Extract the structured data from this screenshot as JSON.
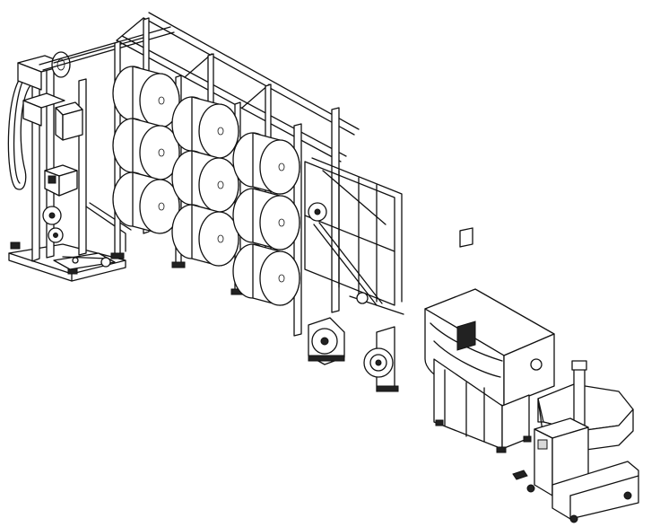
{
  "figure": {
    "background": "#ffffff",
    "line_color": "#111111",
    "components": [
      "unwind-tensioner-stand",
      "spool-creel-rack",
      "guide-frame",
      "pulley-stand",
      "processing-machine",
      "coiler-unit"
    ]
  }
}
